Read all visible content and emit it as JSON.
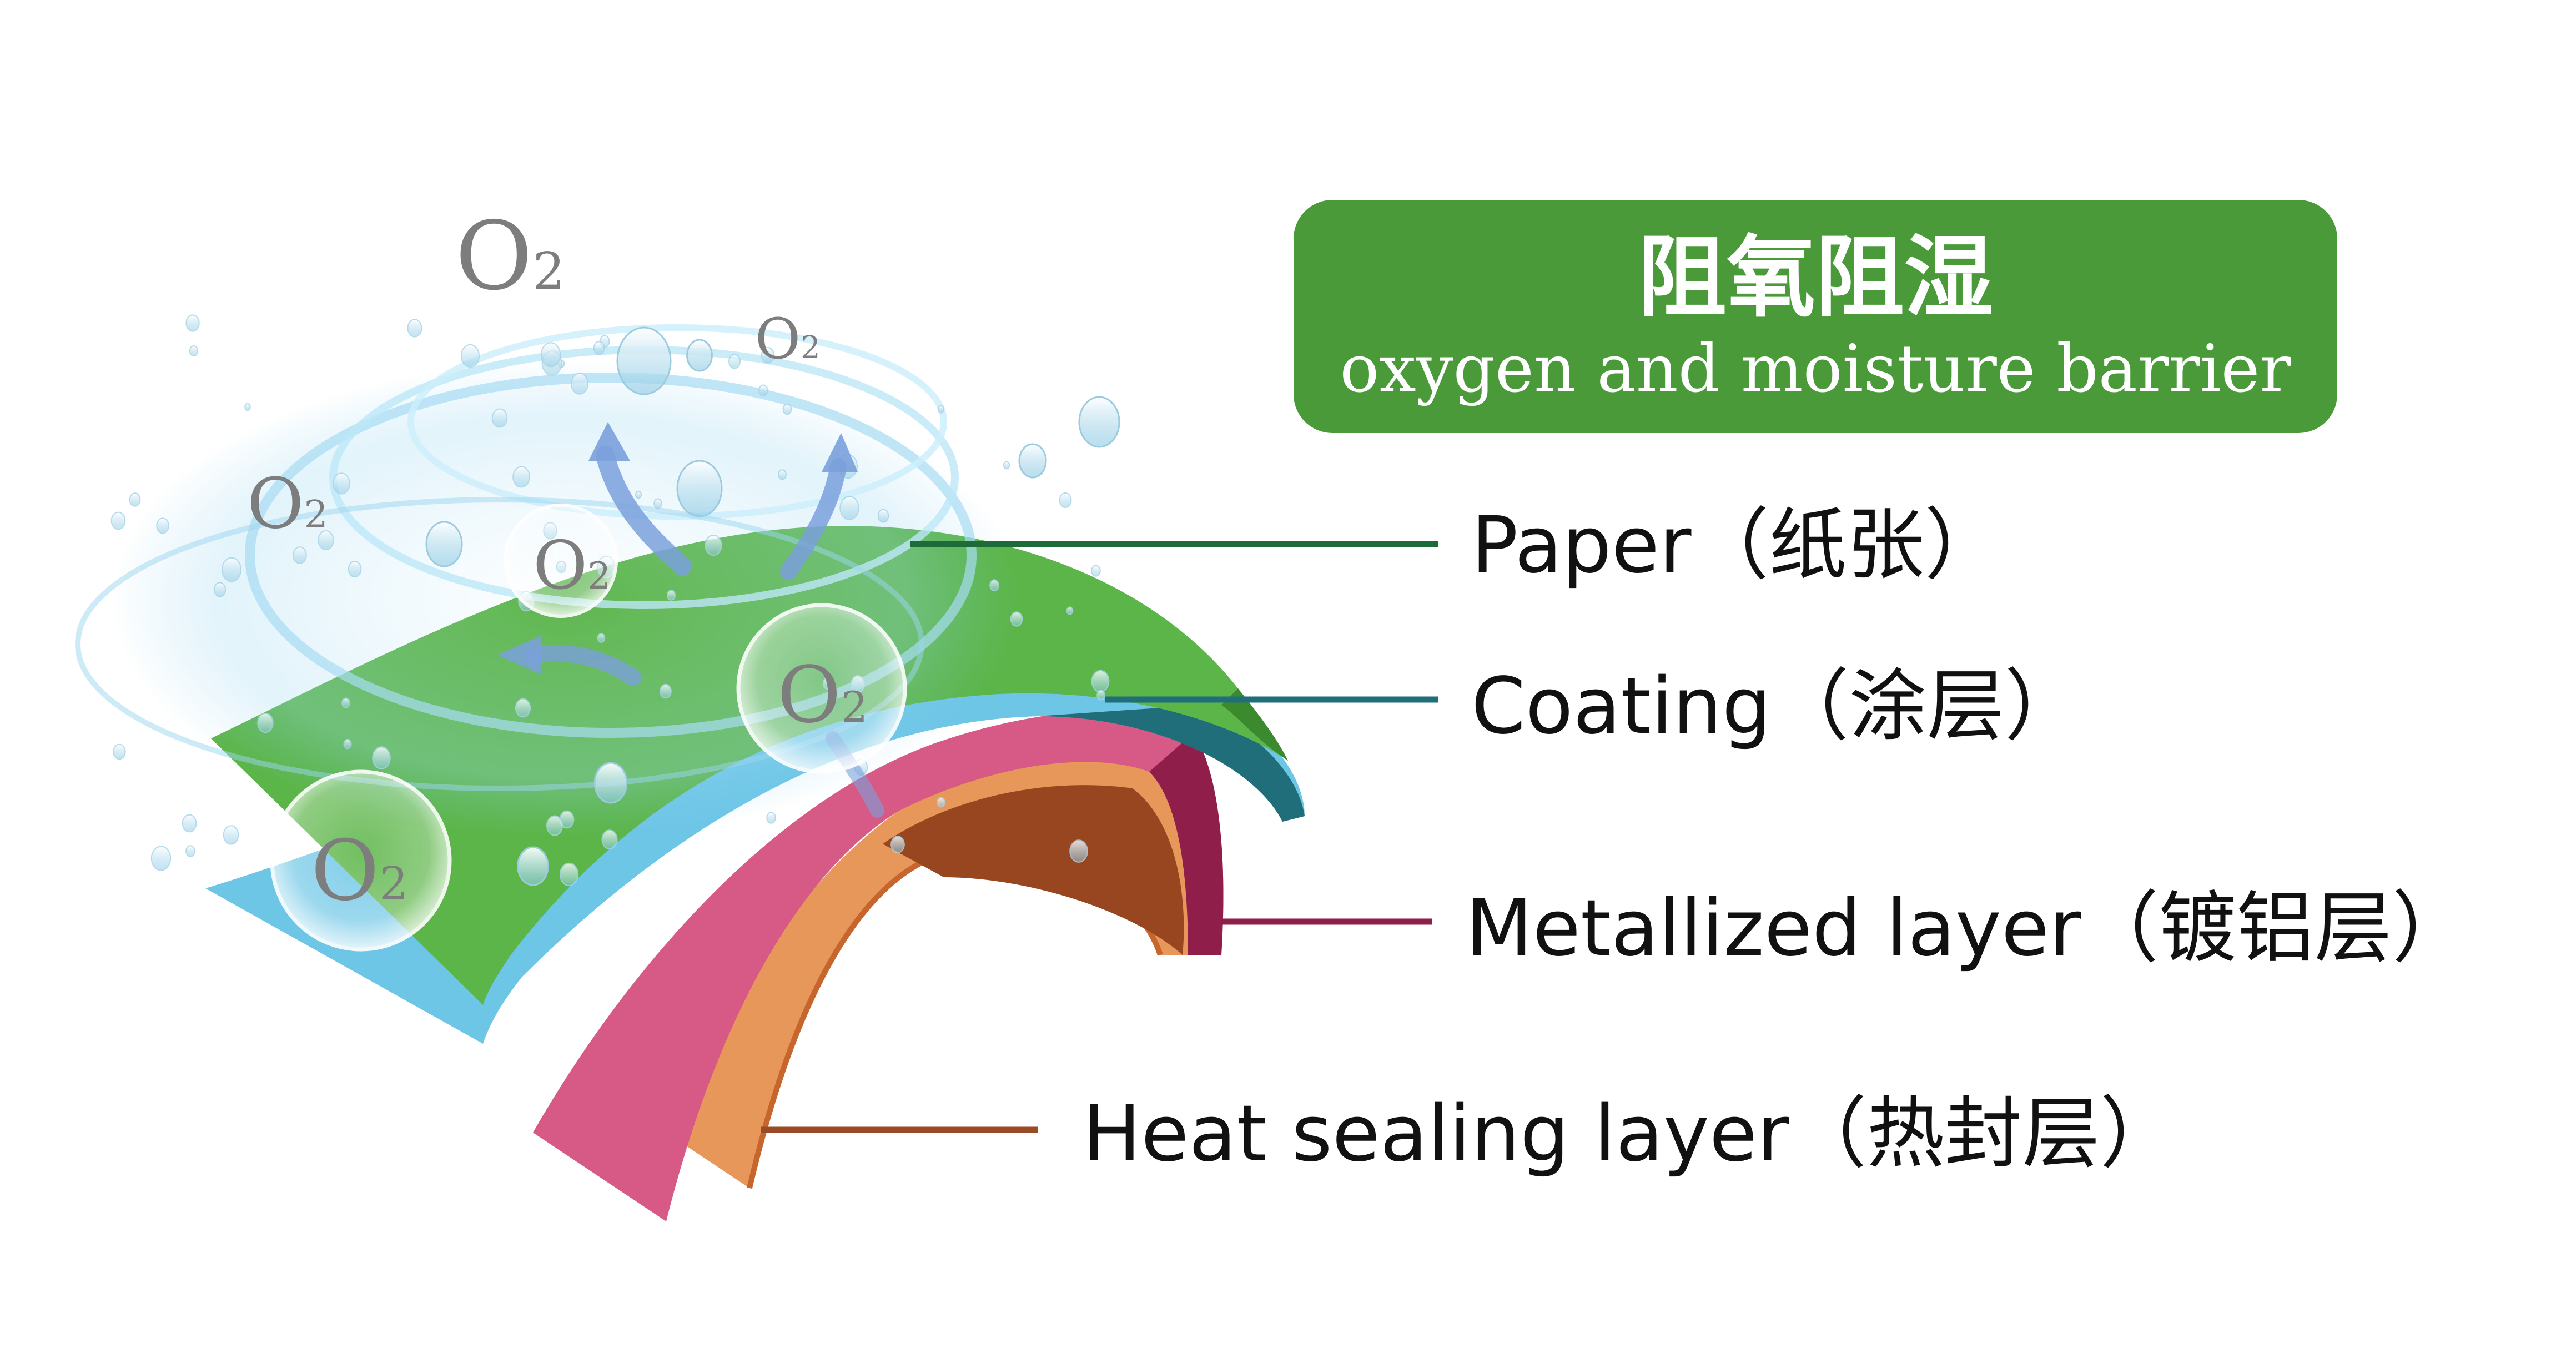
{
  "banner": {
    "title": "阻氧阻湿",
    "subtitle": "oxygen and moisture barrier",
    "color": "#4a9a3a"
  },
  "layers": [
    {
      "label": "Paper（纸张）",
      "color": "#5cb548",
      "line_color": "#1e6b3a"
    },
    {
      "label": "Coating（涂层）",
      "color": "#6ec6e6",
      "line_color": "#1f6e7a"
    },
    {
      "label": "Metallized layer（镀铝层）",
      "color": "#8f1e4a",
      "line_color": "#8f1e4a"
    },
    {
      "label": "Heat sealing layer（热封层）",
      "color": "#e8975a",
      "line_color": "#9a4a24"
    }
  ],
  "oxygen": {
    "symbol": "O",
    "subscript": "2"
  }
}
